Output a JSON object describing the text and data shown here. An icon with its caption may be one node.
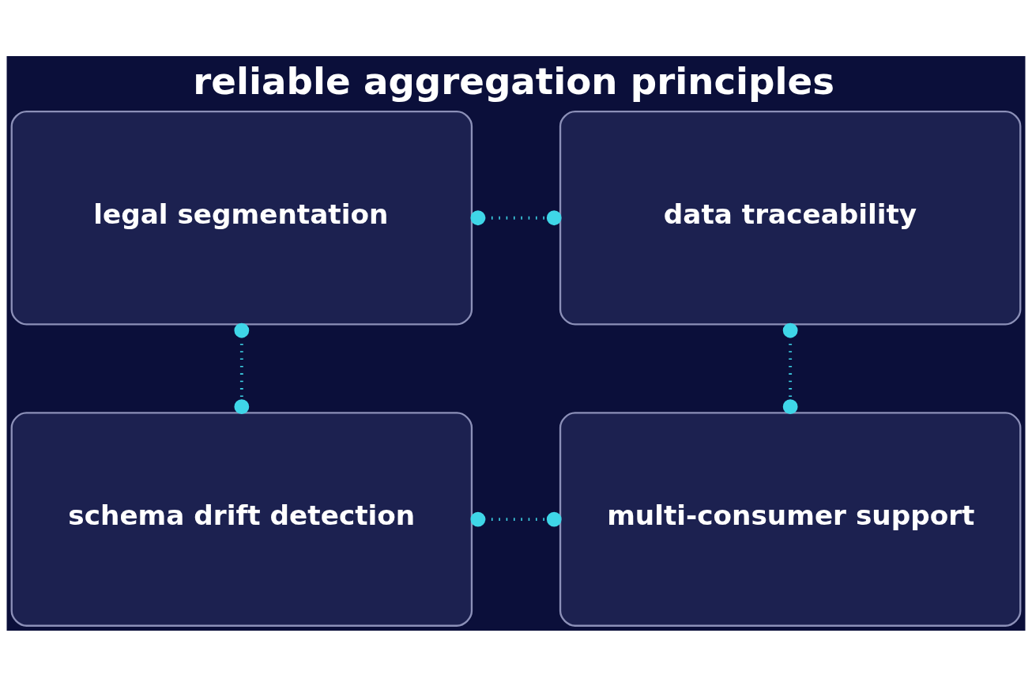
{
  "diagram": {
    "title": "reliable aggregation principles",
    "nodes": [
      {
        "text": [
          "legal segmentation"
        ]
      },
      {
        "text": [
          "data traceability"
        ]
      },
      {
        "text": [
          "schema drift detection"
        ]
      },
      {
        "text": [
          "multi-consumer support"
        ]
      }
    ],
    "edges": [
      {
        "from": 0,
        "to": 1,
        "arrow": "other",
        "style": "dashed"
      },
      {
        "from": 0,
        "to": 2,
        "arrow": "other",
        "style": "dashed"
      },
      {
        "from": 1,
        "to": 3,
        "arrow": "other",
        "style": "dashed"
      },
      {
        "from": 2,
        "to": 3,
        "arrow": "other",
        "style": "dashed"
      }
    ]
  }
}
